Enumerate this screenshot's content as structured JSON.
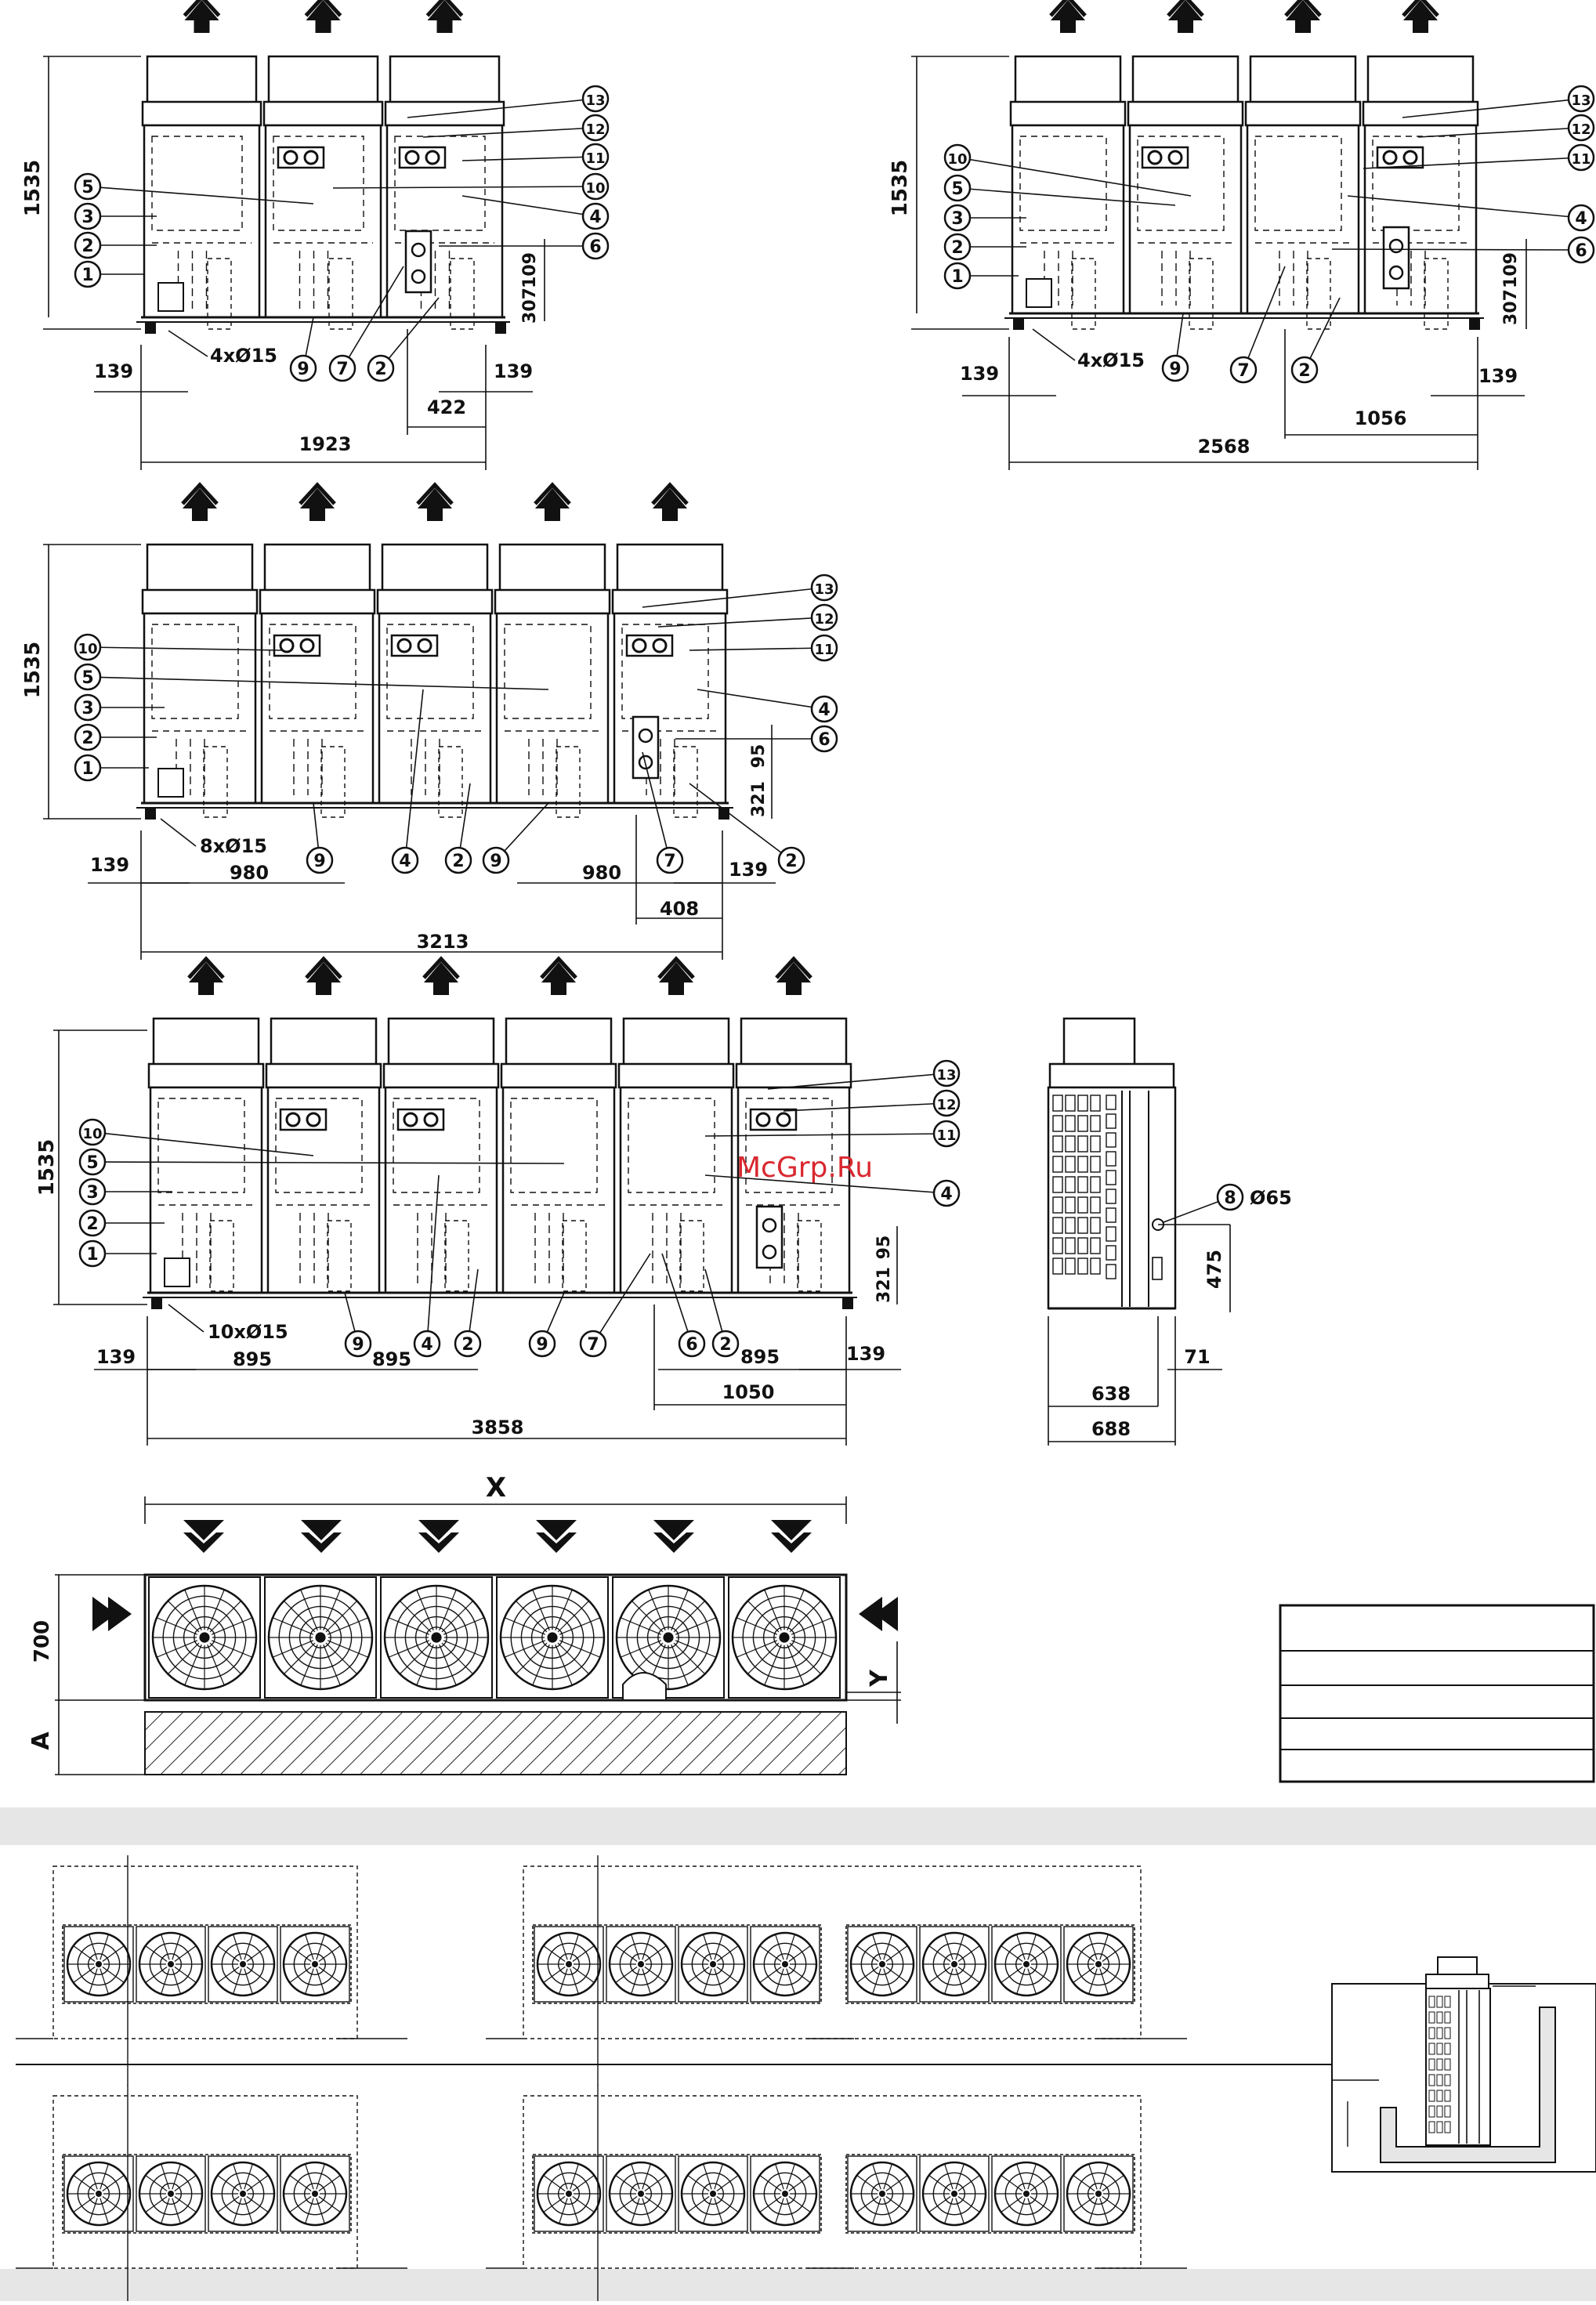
{
  "callout_numbers": [
    "1",
    "2",
    "3",
    "4",
    "5",
    "6",
    "7",
    "8",
    "9",
    "10",
    "11",
    "12",
    "13"
  ],
  "unit_4fan": {
    "height": "1535",
    "dim_109": "109",
    "dim_307": "307",
    "left_offset": "139",
    "right_offset": "139",
    "feet": "4xØ15",
    "connection_width": "1056",
    "total_width": "2568"
  },
  "unit_3fan": {
    "height": "1535",
    "dim_109": "109",
    "dim_307": "307",
    "left_offset": "139",
    "right_offset": "139",
    "feet": "4xØ15",
    "connection_width": "422",
    "total_width": "1923"
  },
  "unit_5fan": {
    "height": "1535",
    "dim_95": "95",
    "dim_321": "321",
    "left_offset": "139",
    "right_offset": "139",
    "feet": "8xØ15",
    "pitch_left": "980",
    "pitch_right": "980",
    "connection_width": "408",
    "total_width": "3213"
  },
  "unit_6fan": {
    "height": "1535",
    "dim_95": "95",
    "dim_321": "321",
    "left_offset": "139",
    "right_offset": "139",
    "feet": "10xØ15",
    "pitch_1": "895",
    "pitch_2": "895",
    "pitch_3": "895",
    "connection_width": "1050",
    "total_width": "3858"
  },
  "side_view": {
    "pipe_diameter": "Ø65",
    "dim_475": "475",
    "dim_71": "71",
    "depth_inner": "638",
    "depth_outer": "688"
  },
  "top_view": {
    "width_label": "X",
    "depth": "700",
    "clearance_label": "A",
    "offset_label": "Y"
  },
  "watermark": "McGrp.Ru"
}
